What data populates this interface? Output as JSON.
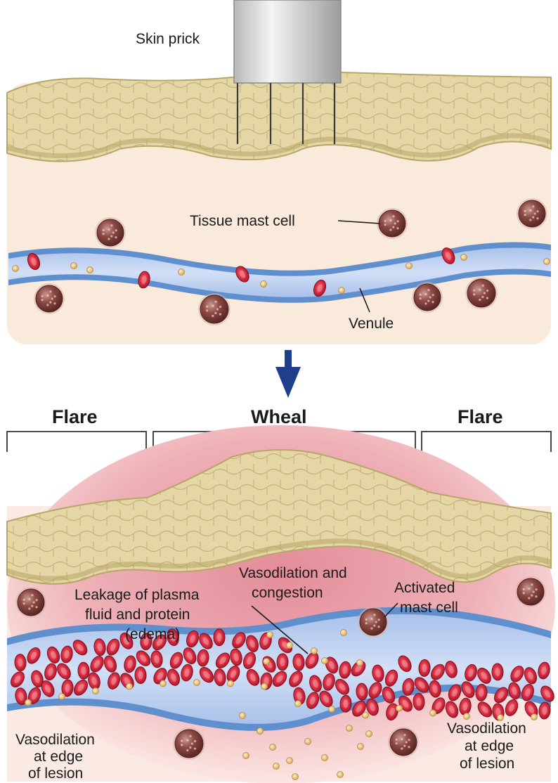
{
  "top_panel": {
    "skin_prick": "Skin prick",
    "tissue_mast_cell": "Tissue mast cell",
    "venule": "Venule"
  },
  "bottom_panel": {
    "flare_left": "Flare",
    "wheal": "Wheal",
    "flare_right": "Flare",
    "vasodilation_congestion": [
      "Vasodilation and",
      "congestion"
    ],
    "leakage": [
      "Leakage of plasma",
      "fluid and protein",
      "(edema)"
    ],
    "activated_mast_cell": [
      "Activated",
      "mast cell"
    ],
    "edge_left": [
      "Vasodilation",
      "at edge",
      "of lesion"
    ],
    "edge_right": [
      "Vasodilation",
      "at edge",
      "of lesion"
    ]
  },
  "colors": {
    "tissue": "#faeadb",
    "epidermis": "#e3d3a1",
    "epidermis_line": "#b7a666",
    "vessel": "#5f8fcd",
    "vessel_lumen": "#bccfee",
    "red_cell": "#cf2a3d",
    "plasma_dot": "#ecc57d",
    "mast_cell": "#7e3f3b",
    "inflamed": "#e9a4ad",
    "arrow": "#1f3f8c"
  }
}
